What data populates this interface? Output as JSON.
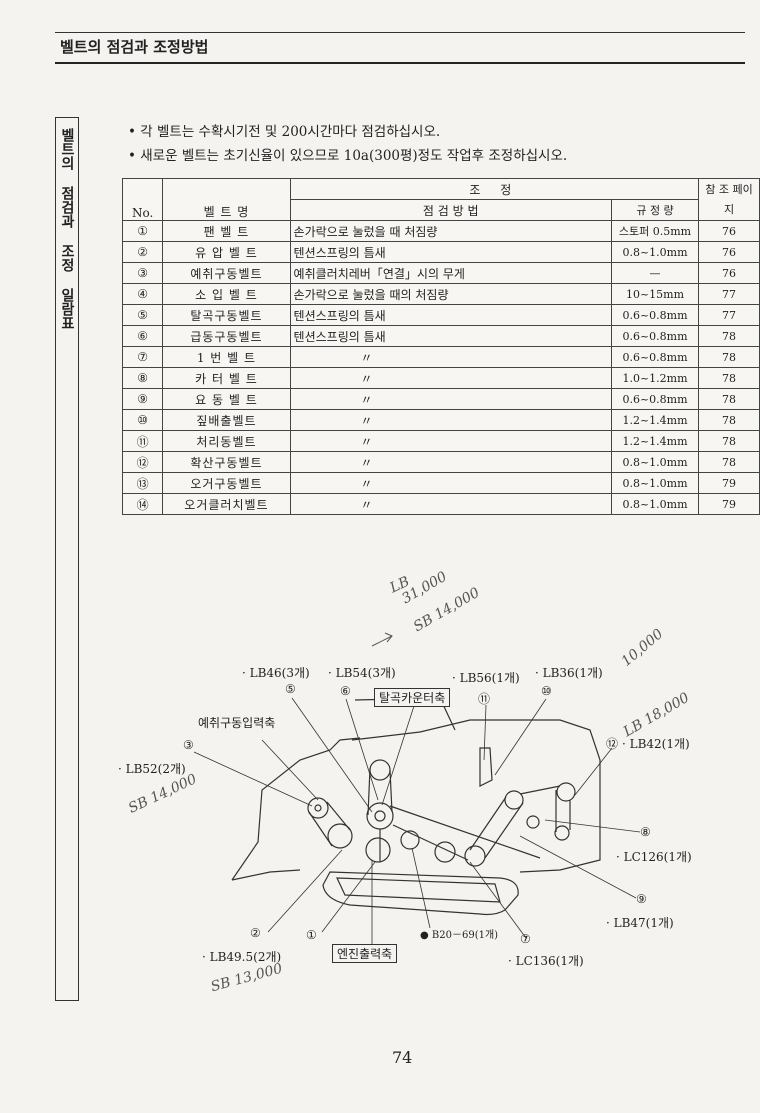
{
  "header": {
    "title": "벨트의 점검과 조정방법"
  },
  "sidebar": {
    "label": "벨트의 점검과 조정 일람표"
  },
  "notes": [
    "각 벨트는 수확시기전 및 200시간마다 점검하십시오.",
    "새로운 벨트는 초기신율이 있으므로 10a(300평)정도 작업후 조정하십시오."
  ],
  "table": {
    "group_header": "조 정",
    "headers": {
      "no": "No.",
      "name": "벨 트 명",
      "method": "점 검 방 법",
      "spec": "규 정 량",
      "page": "참 조 페이지"
    },
    "rows": [
      {
        "no": "①",
        "name": "팬 벨 트",
        "method": "손가락으로 눌렀을 때 처짐량",
        "spec": "스토퍼 0.5mm",
        "page": "76"
      },
      {
        "no": "②",
        "name": "유 압 벨 트",
        "method": "텐션스프링의 틈새",
        "spec": "0.8~1.0mm",
        "page": "76"
      },
      {
        "no": "③",
        "name": "예취구동벨트",
        "method": "예취클러치레버「연결」시의 무게",
        "spec": "—",
        "page": "76"
      },
      {
        "no": "④",
        "name": "소 입 벨 트",
        "method": "손가락으로 눌렀을 때의 처짐량",
        "spec": "10~15mm",
        "page": "77"
      },
      {
        "no": "⑤",
        "name": "탈곡구동벨트",
        "method": "텐션스프링의 틈새",
        "spec": "0.6~0.8mm",
        "page": "77"
      },
      {
        "no": "⑥",
        "name": "급동구동벨트",
        "method": "텐션스프링의 틈새",
        "spec": "0.6~0.8mm",
        "page": "78"
      },
      {
        "no": "⑦",
        "name": "1 번 벨 트",
        "method": "〃",
        "spec": "0.6~0.8mm",
        "page": "78"
      },
      {
        "no": "⑧",
        "name": "카 터 벨 트",
        "method": "〃",
        "spec": "1.0~1.2mm",
        "page": "78"
      },
      {
        "no": "⑨",
        "name": "요 동 벨 트",
        "method": "〃",
        "spec": "0.6~0.8mm",
        "page": "78"
      },
      {
        "no": "⑩",
        "name": "짚배출벨트",
        "method": "〃",
        "spec": "1.2~1.4mm",
        "page": "78"
      },
      {
        "no": "⑪",
        "name": "처리동벨트",
        "method": "〃",
        "spec": "1.2~1.4mm",
        "page": "78"
      },
      {
        "no": "⑫",
        "name": "확산구동벨트",
        "method": "〃",
        "spec": "0.8~1.0mm",
        "page": "78"
      },
      {
        "no": "⑬",
        "name": "오거구동벨트",
        "method": "〃",
        "spec": "0.8~1.0mm",
        "page": "79"
      },
      {
        "no": "⑭",
        "name": "오거클러치벨트",
        "method": "〃",
        "spec": "0.8~1.0mm",
        "page": "79"
      }
    ]
  },
  "diagram": {
    "labels": {
      "lb46": "· LB46(3개)",
      "lb54": "· LB54(3개)",
      "lb56": "· LB56(1개)",
      "lb36": "· LB36(1개)",
      "lb42": "· LB42(1개)",
      "lb52": "· LB52(2개)",
      "lc126": "· LC126(1개)",
      "lb47": "· LB47(1개)",
      "lb495": "· LB49.5(2개)",
      "lc136": "· LC136(1개)",
      "b20": "● B20－69(1개)",
      "reaping_input": "예취구동입력축",
      "thresh_counter": "탈곡카운터축",
      "engine_output": "엔진출력축"
    },
    "markers": {
      "m1": "①",
      "m2": "②",
      "m3": "③",
      "m5": "⑤",
      "m6": "⑥",
      "m7": "⑦",
      "m8": "⑧",
      "m9": "⑨",
      "m10": "⑩",
      "m11": "⑪",
      "m12": "⑫"
    },
    "handwriting": {
      "h1": "LB",
      "h2": "31,000",
      "h3": "SB 14,000",
      "h4": "10,000",
      "h5": "LB 18,000",
      "h6": "SB 14,000",
      "h7": "SB 13,000"
    }
  },
  "footer": {
    "page_number": "74"
  }
}
